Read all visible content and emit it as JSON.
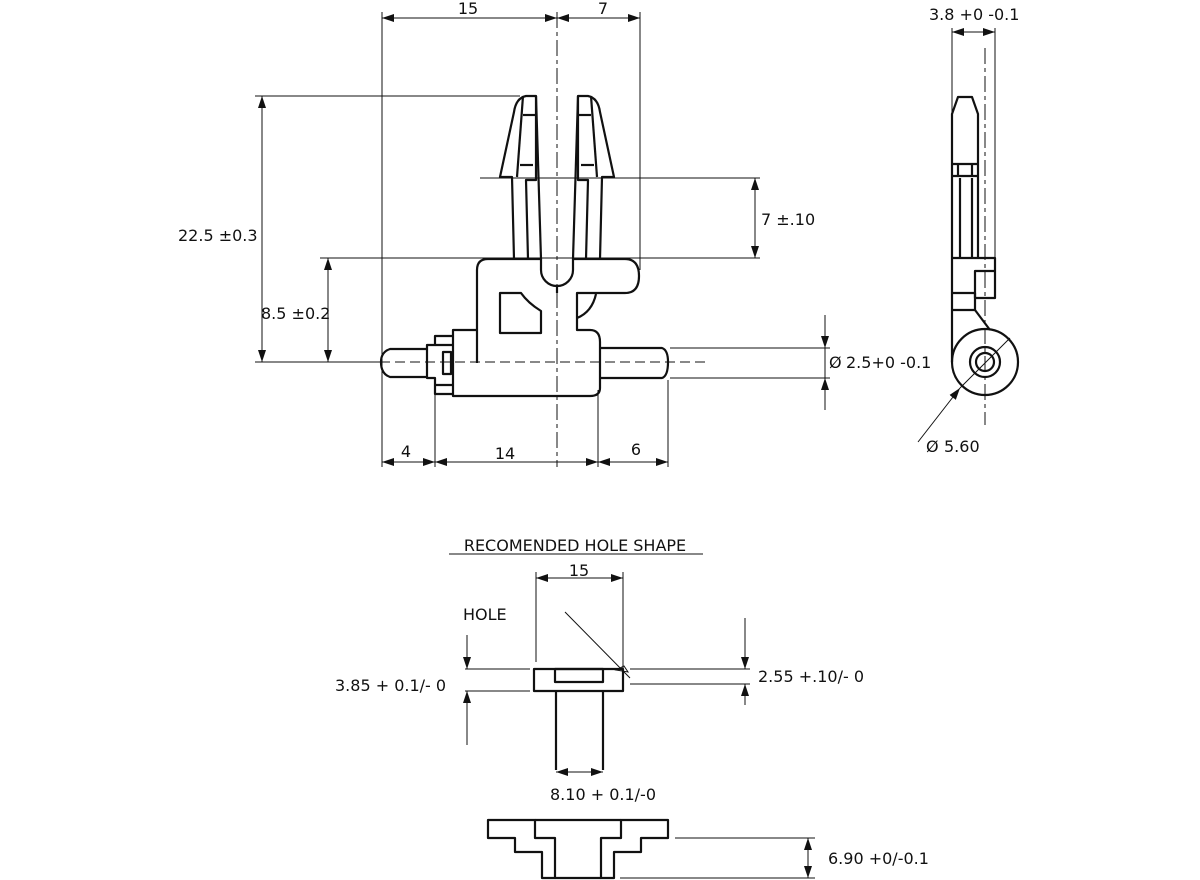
{
  "front_view": {
    "dims": {
      "top_left": "15",
      "top_right": "7",
      "overall_height": "22.5 ±0.3",
      "base_height": "8.5 ±0.2",
      "head_height": "7 ±.10",
      "pin_diameter": "2.5+0 -0.1",
      "bottom_left": "4",
      "bottom_mid": "14",
      "bottom_right": "6"
    }
  },
  "side_view": {
    "dims": {
      "thickness": "3.8 +0 -0.1",
      "diameter": "5.60"
    },
    "diameter_symbol": "Ø"
  },
  "hole_section": {
    "title": "RECOMENDED HOLE SHAPE",
    "label": "HOLE",
    "dims": {
      "width": "15",
      "left_height": "3.85 +  0.1/- 0",
      "right_height": "2.55 +.10/- 0",
      "stem_width": "8.10   + 0.1/-0",
      "panel_thickness": "6.90 +0/-0.1"
    }
  }
}
